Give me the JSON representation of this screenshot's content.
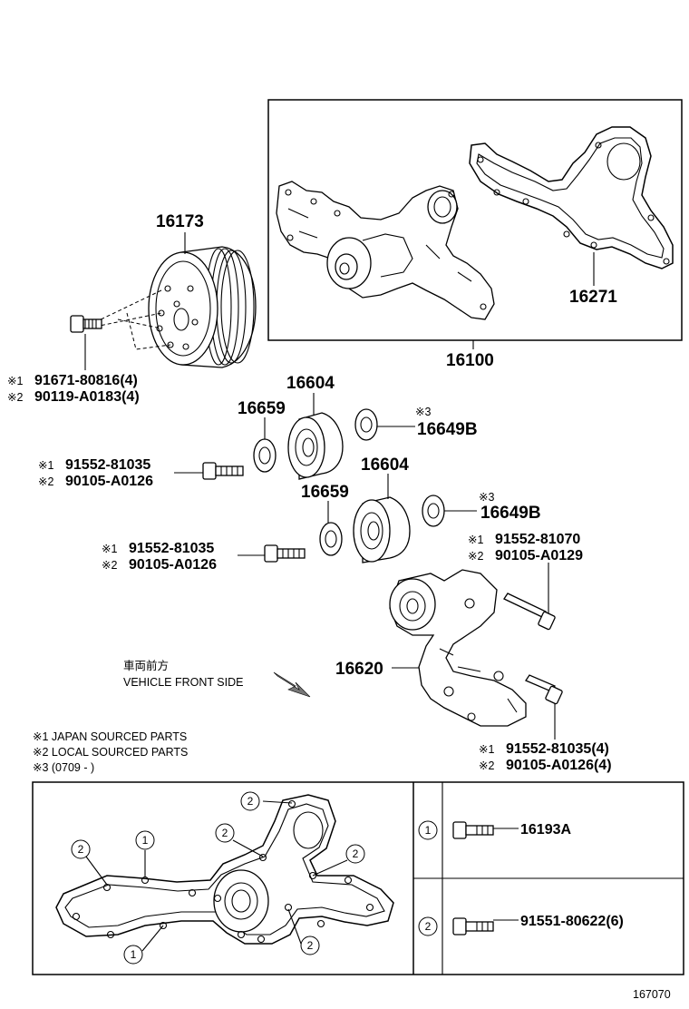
{
  "parts": {
    "p16173": "16173",
    "p16100": "16100",
    "p16271": "16271",
    "p16604a": "16604",
    "p16604b": "16604",
    "p16659a": "16659",
    "p16659b": "16659",
    "p16649a": "16649B",
    "p16649b": "16649B",
    "p16620": "16620"
  },
  "bolts": {
    "pulley_bolt_1": "91671-80816(4)",
    "pulley_bolt_2": "90119-A0183(4)",
    "idler1_bolt_1": "91552-81035",
    "idler1_bolt_2": "90105-A0126",
    "idler2_bolt_1": "91552-81035",
    "idler2_bolt_2": "90105-A0126",
    "tens_bolt_1": "91552-81070",
    "tens_bolt_2": "90105-A0129",
    "bracket_bolt_1": "91552-81035(4)",
    "bracket_bolt_2": "90105-A0126(4)"
  },
  "marks": {
    "m1": "※1",
    "m2": "※2",
    "m3": "※3"
  },
  "direction": {
    "jp": "車両前方",
    "en": "VEHICLE FRONT SIDE"
  },
  "legend": {
    "l1": "※1 JAPAN SOURCED PARTS",
    "l2": "※2 LOCAL SOURCED PARTS",
    "l3": "※3 (0709 -      )"
  },
  "table": {
    "row1_num": "1",
    "row1_part": "16193A",
    "row2_num": "2",
    "row2_part": "91551-80622(6)"
  },
  "callouts": {
    "one": "1",
    "two": "2"
  },
  "diagram_code": "167070"
}
